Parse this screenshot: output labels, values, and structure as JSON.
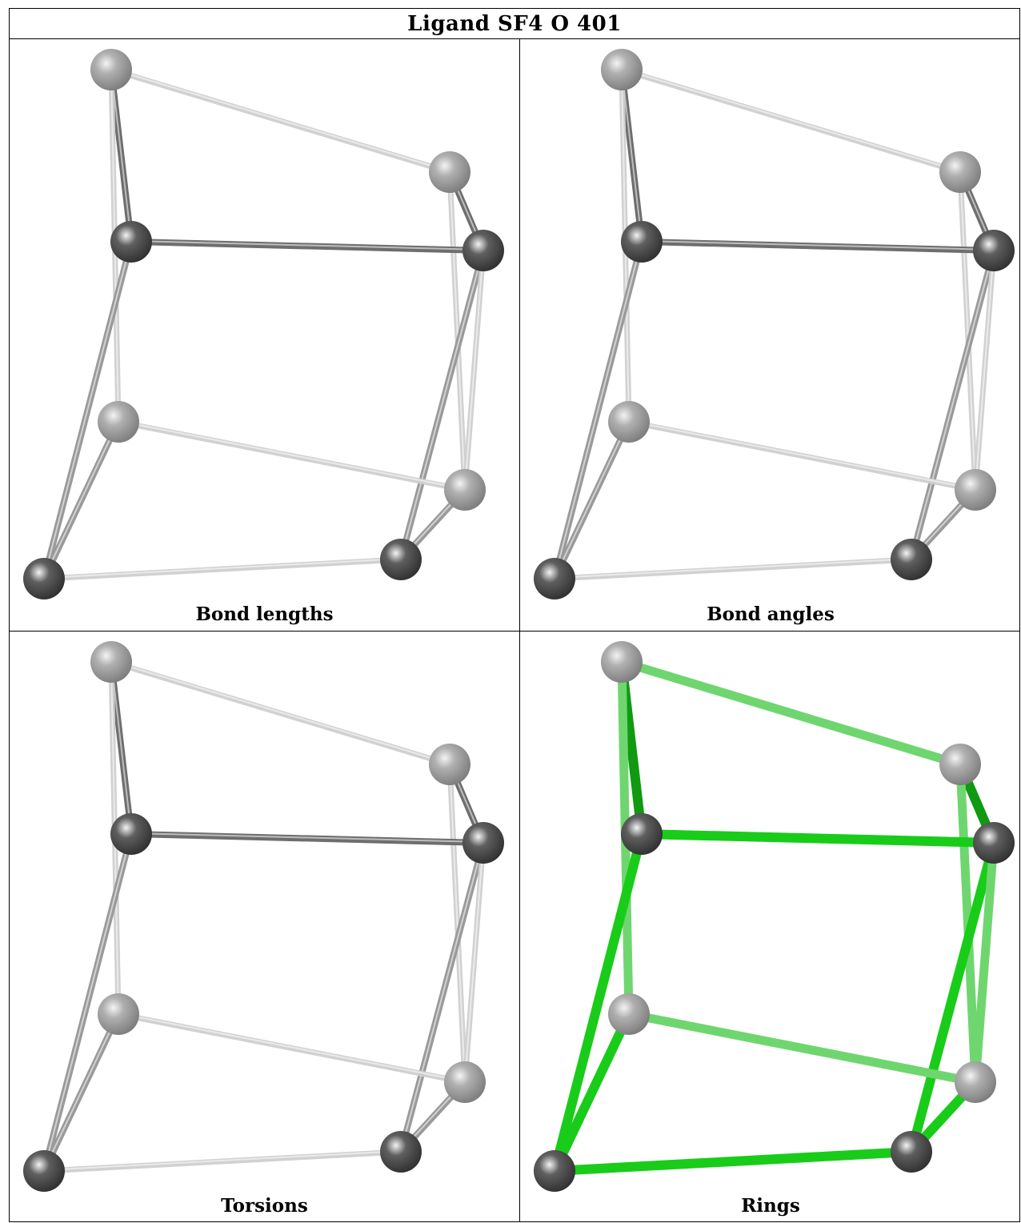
{
  "title": "Ligand SF4 O 401",
  "panels": [
    {
      "caption": "Bond lengths",
      "style": "grey"
    },
    {
      "caption": "Bond angles",
      "style": "grey"
    },
    {
      "caption": "Torsions",
      "style": "grey"
    },
    {
      "caption": "Rings",
      "style": "green"
    }
  ],
  "colors": {
    "atom_dark": "#5f5f5f",
    "atom_light": "#b0b0b0",
    "bond_dark": "#6e6e6e",
    "bond_mid": "#9a9a9a",
    "bond_light": "#cfcfcf",
    "ring_bright": "#19cc19",
    "ring_dark": "#0f9a12",
    "ring_pale": "#6fd66f"
  }
}
